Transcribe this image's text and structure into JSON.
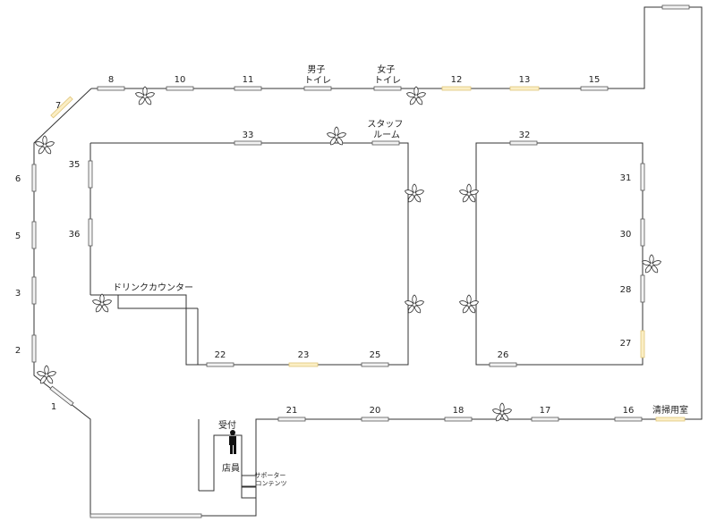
{
  "colors": {
    "wall": "#333333",
    "door": "#f2f2f2",
    "door_highlight": "#fbeec4",
    "staff_icon": "#111111"
  },
  "rooms": [
    {
      "id": "1",
      "label": "1"
    },
    {
      "id": "2",
      "label": "2"
    },
    {
      "id": "3",
      "label": "3"
    },
    {
      "id": "5",
      "label": "5"
    },
    {
      "id": "6",
      "label": "6"
    },
    {
      "id": "7",
      "label": "7"
    },
    {
      "id": "8",
      "label": "8"
    },
    {
      "id": "10",
      "label": "10"
    },
    {
      "id": "11",
      "label": "11"
    },
    {
      "id": "mens",
      "label": "男子\nトイレ"
    },
    {
      "id": "womens",
      "label": "女子\nトイレ"
    },
    {
      "id": "12",
      "label": "12"
    },
    {
      "id": "13",
      "label": "13"
    },
    {
      "id": "15",
      "label": "15"
    },
    {
      "id": "33",
      "label": "33"
    },
    {
      "id": "staff",
      "label": "スタッフ\nルーム"
    },
    {
      "id": "32",
      "label": "32"
    },
    {
      "id": "35",
      "label": "35"
    },
    {
      "id": "36",
      "label": "36"
    },
    {
      "id": "31",
      "label": "31"
    },
    {
      "id": "30",
      "label": "30"
    },
    {
      "id": "28",
      "label": "28"
    },
    {
      "id": "27",
      "label": "27"
    },
    {
      "id": "drink",
      "label": "ドリンクカウンター"
    },
    {
      "id": "22",
      "label": "22"
    },
    {
      "id": "23",
      "label": "23"
    },
    {
      "id": "25",
      "label": "25"
    },
    {
      "id": "26",
      "label": "26"
    },
    {
      "id": "21",
      "label": "21"
    },
    {
      "id": "20",
      "label": "20"
    },
    {
      "id": "18",
      "label": "18"
    },
    {
      "id": "17",
      "label": "17"
    },
    {
      "id": "16",
      "label": "16"
    },
    {
      "id": "cleaning",
      "label": "清掃用室"
    }
  ],
  "reception": {
    "label": "受付",
    "staff_label": "店員",
    "supporter_label": "サポーター\nコンテンツ"
  },
  "icons": {
    "plant": "plant-icon",
    "person": "person-icon"
  }
}
